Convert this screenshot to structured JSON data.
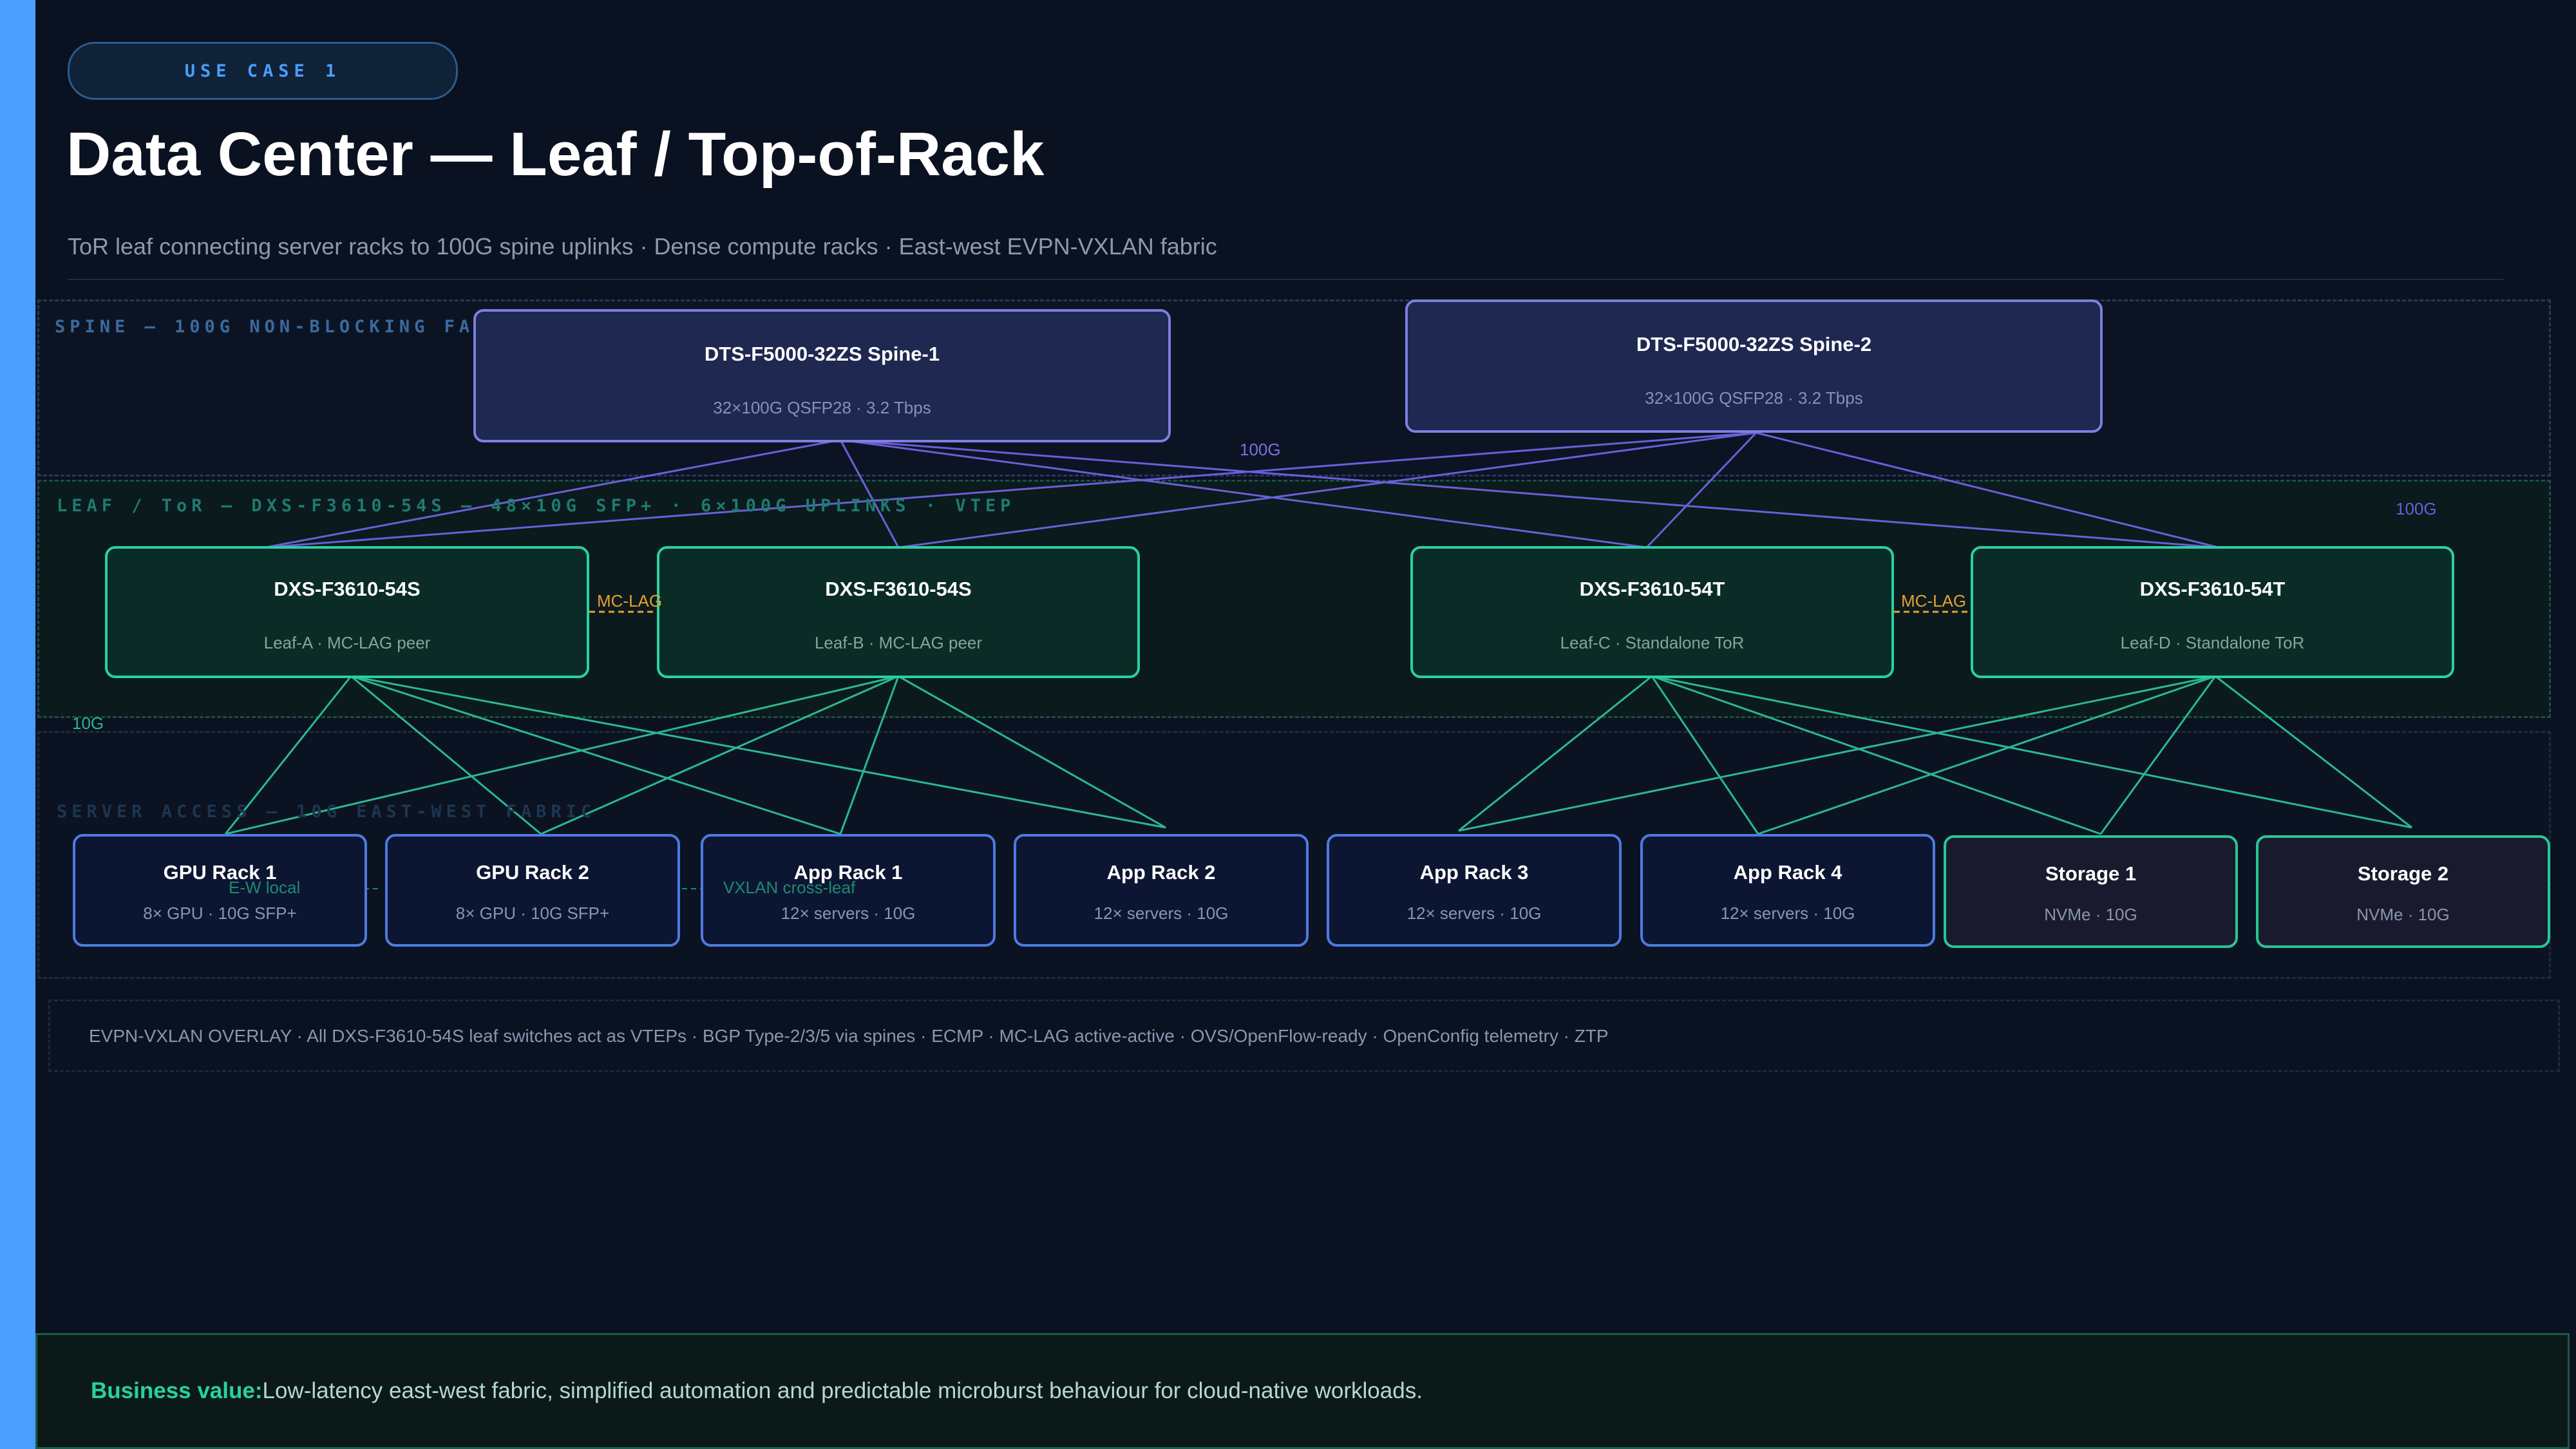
{
  "header": {
    "badge": "USE CASE 1",
    "title": "Data Center — Leaf / Top-of-Rack",
    "subtitle": "ToR leaf connecting server racks to 100G spine uplinks · Dense compute racks · East-west EVPN-VXLAN fabric"
  },
  "zones": {
    "spine": "SPINE — 100G NON-BLOCKING FABRIC",
    "leaf": "LEAF / ToR — DXS-F3610-54S — 48×10G SFP+ · 6×100G UPLINKS · VTEP",
    "server": "SERVER ACCESS — 10G EAST-WEST FABRIC"
  },
  "spines": [
    {
      "name": "DTS-F5000-32ZS  Spine-1",
      "desc": "32×100G QSFP28 · 3.2 Tbps"
    },
    {
      "name": "DTS-F5000-32ZS  Spine-2",
      "desc": "32×100G QSFP28 · 3.2 Tbps"
    }
  ],
  "leaves": [
    {
      "name": "DXS-F3610-54S",
      "desc": "Leaf-A · MC-LAG peer"
    },
    {
      "name": "DXS-F3610-54S",
      "desc": "Leaf-B · MC-LAG peer"
    },
    {
      "name": "DXS-F3610-54T",
      "desc": "Leaf-C · Standalone ToR"
    },
    {
      "name": "DXS-F3610-54T",
      "desc": "Leaf-D · Standalone ToR"
    }
  ],
  "racks": [
    {
      "name": "GPU Rack 1",
      "desc": "8× GPU · 10G SFP+"
    },
    {
      "name": "GPU Rack 2",
      "desc": "8× GPU · 10G SFP+"
    },
    {
      "name": "App Rack 1",
      "desc": "12× servers · 10G"
    },
    {
      "name": "App Rack 2",
      "desc": "12× servers · 10G"
    },
    {
      "name": "App Rack 3",
      "desc": "12× servers · 10G"
    },
    {
      "name": "App Rack 4",
      "desc": "12× servers · 10G"
    },
    {
      "name": "Storage 1",
      "desc": "NVMe · 10G"
    },
    {
      "name": "Storage 2",
      "desc": "NVMe · 10G"
    }
  ],
  "link_labels": {
    "uplink_center": "100G",
    "uplink_right": "100G",
    "access": "10G",
    "mclag_left": "MC-LAG",
    "mclag_right": "MC-LAG",
    "ew_local": "E-W local",
    "vxlan": "VXLAN cross-leaf"
  },
  "footer": {
    "overlay": "EVPN-VXLAN OVERLAY  ·  All DXS-F3610-54S leaf switches act as VTEPs  ·  BGP Type-2/3/5 via spines  ·  ECMP  ·  MC-LAG active-active  ·  OVS/OpenFlow-ready  ·  OpenConfig telemetry  ·  ZTP"
  },
  "business_value": {
    "label": "Business value:",
    "text": " Low-latency east-west fabric, simplified automation and predictable microburst behaviour for cloud-native workloads."
  },
  "colors": {
    "accent": "#4a9eff",
    "spine_link": "#6a5fd8",
    "access_link": "#2ab890",
    "mclag": "#e8a030"
  }
}
